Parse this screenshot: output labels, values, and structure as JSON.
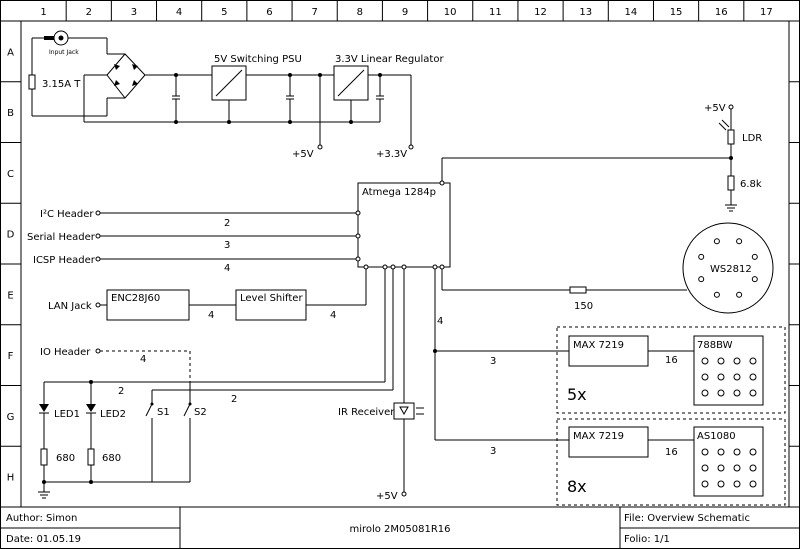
{
  "grid": {
    "columns": [
      "1",
      "2",
      "3",
      "4",
      "5",
      "6",
      "7",
      "8",
      "9",
      "10",
      "11",
      "12",
      "13",
      "14",
      "15",
      "16",
      "17"
    ],
    "rows": [
      "A",
      "B",
      "C",
      "D",
      "E",
      "F",
      "G",
      "H"
    ]
  },
  "power": {
    "input_jack": "Input Jack",
    "fuse": "3.15A T",
    "psu": "5V Switching PSU",
    "regulator": "3.3V Linear Regulator",
    "rail_5v": "+5V",
    "rail_33v": "+3.3V"
  },
  "mcu": {
    "label": "Atmega 1284p"
  },
  "headers": {
    "i2c": "I²C Header",
    "serial": "Serial Header",
    "icsp": "ICSP Header",
    "io": "IO Header",
    "i2c_bus": "2",
    "serial_bus": "3",
    "icsp_bus": "4",
    "io_bus": "4"
  },
  "lan": {
    "jack": "LAN Jack",
    "chip": "ENC28J60",
    "shifter": "Level Shifter",
    "bus1": "4",
    "bus2": "4"
  },
  "ldr": {
    "vcc": "+5V",
    "ldr": "LDR",
    "resistor": "6.8k"
  },
  "ring": {
    "label": "WS2812",
    "resistor": "150"
  },
  "inputs": {
    "led1": "LED1",
    "led2": "LED2",
    "r1": "680",
    "r2": "680",
    "s1": "S1",
    "s2": "S2",
    "bus_top": "2",
    "bus_bottom": "2"
  },
  "ir": {
    "label": "IR Receiver",
    "vcc": "+5V"
  },
  "matrix": {
    "spi_bus": "4",
    "group1": {
      "driver": "MAX 7219",
      "display": "788BW",
      "count": "5x",
      "bus_in": "3",
      "bus_out": "16"
    },
    "group2": {
      "driver": "MAX 7219",
      "display": "AS1080",
      "count": "8x",
      "bus_in": "3",
      "bus_out": "16"
    }
  },
  "titleblock": {
    "author": "Author: Simon",
    "date": "Date: 01.05.19",
    "project": "mirolo 2M05081R16",
    "file": "File: Overview Schematic",
    "folio": "Folio: 1/1"
  }
}
